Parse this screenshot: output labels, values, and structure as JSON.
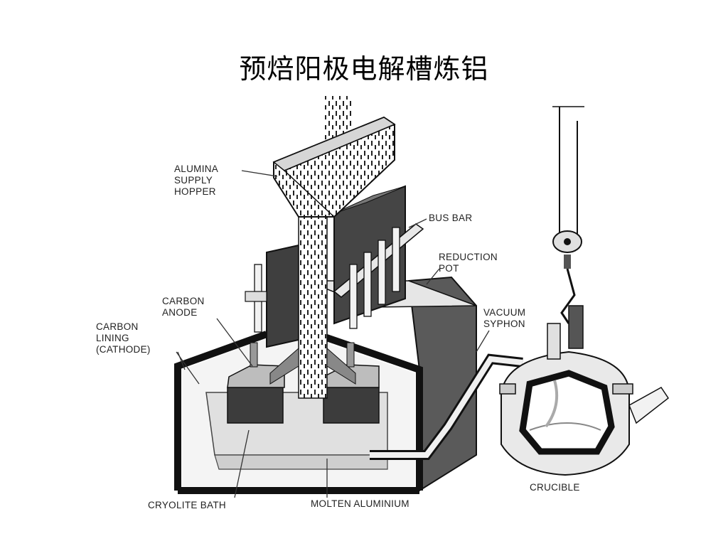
{
  "title": "预焙阳极电解槽炼铝",
  "labels": {
    "alumina_supply_hopper": [
      "ALUMINA",
      "SUPPLY",
      "HOPPER"
    ],
    "bus_bar": [
      "BUS BAR"
    ],
    "reduction_pot": [
      "REDUCTION",
      "POT"
    ],
    "carbon_anode": [
      "CARBON",
      "ANODE"
    ],
    "carbon_lining": [
      "CARBON",
      "LINING",
      "(CATHODE)"
    ],
    "vacuum_syphon": [
      "VACUUM",
      "SYPHON"
    ],
    "crucible": [
      "CRUCIBLE"
    ],
    "cryolite_bath": [
      "CRYOLITE BATH"
    ],
    "molten_aluminium": [
      "MOLTEN ALUMINIUM"
    ]
  },
  "colors": {
    "outline": "#1a1a1a",
    "dark_block": "#3f3f3f",
    "mid_gray": "#7a7a7a",
    "light_gray": "#c9c9c9",
    "bath": "#e3e3e3",
    "metal": "#d6d6d6"
  }
}
